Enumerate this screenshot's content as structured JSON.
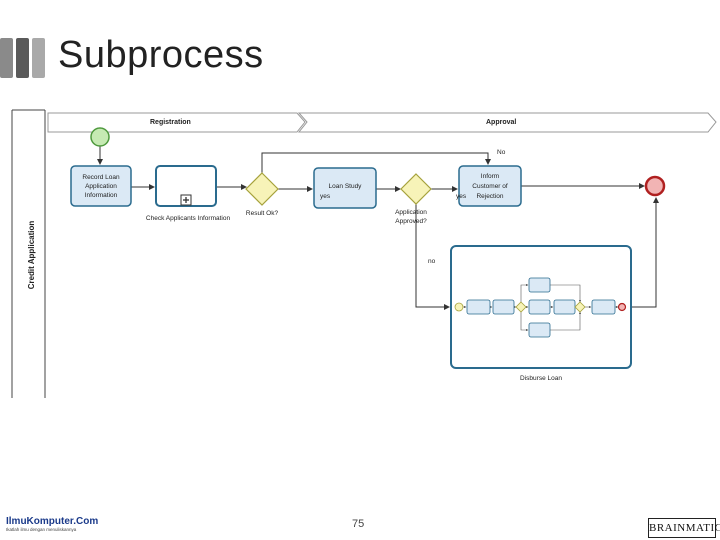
{
  "slide": {
    "title": "Subprocess",
    "page_number": "75"
  },
  "pool": {
    "label": "Credit Application"
  },
  "phases": {
    "registration": "Registration",
    "approval": "Approval"
  },
  "tasks": {
    "record": [
      "Record Loan",
      "Application",
      "Information"
    ],
    "check": "Check Applicants Information",
    "study": [
      "Loan Study"
    ],
    "inform": [
      "Inform",
      "Customer of",
      "Rejection"
    ],
    "disburse": "Disburse Loan"
  },
  "gateways": {
    "result_ok": "Result Ok?",
    "approved": [
      "Application",
      "Approved?"
    ]
  },
  "flow_labels": {
    "no_top": "No",
    "yes_study": "yes",
    "yes_inform": "yes",
    "no_down": "no"
  },
  "logos": {
    "left_main": "IlmuKomputer.Com",
    "left_tag": "Ikatlah ilmu dengan menuliskannya",
    "right": "BRAINMATICS"
  },
  "colors": {
    "task_fill": "#dbe9f5",
    "task_stroke": "#2a6b8e",
    "gateway_fill": "#f7f3b8",
    "gateway_stroke": "#a6a23c",
    "start_fill": "#c6eab3",
    "start_stroke": "#4f9a3e",
    "end_fill": "#f2b4b4",
    "end_stroke": "#b02020"
  }
}
